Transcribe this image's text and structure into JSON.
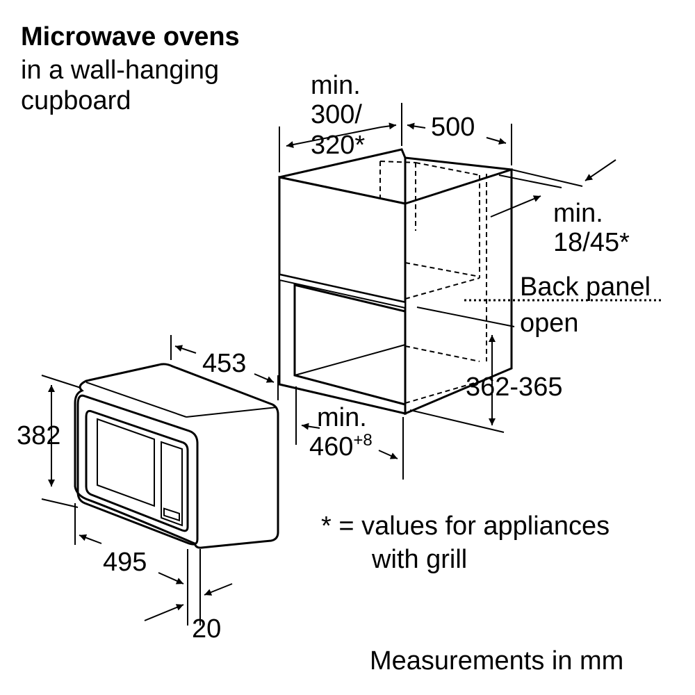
{
  "heading": {
    "title": "Microwave ovens",
    "subtitle_line1": "in a wall-hanging",
    "subtitle_line2": "cupboard"
  },
  "dimensions": {
    "cupboard_width_line1": "min.",
    "cupboard_width_line2": "300/",
    "cupboard_width_line3": "320*",
    "cupboard_depth": "500",
    "back_gap_line1": "min.",
    "back_gap_line2": "18/45*",
    "back_panel_line1": "Back panel",
    "back_panel_line2": "open",
    "niche_height": "362-365",
    "niche_width_line1": "min.",
    "niche_width_base": "460",
    "niche_width_tolerance": "+8",
    "oven_width": "453",
    "oven_height": "382",
    "oven_depth": "495",
    "front_overhang": "20"
  },
  "notes": {
    "grill_note_line1": "* = values for appliances",
    "grill_note_line2": "with grill",
    "units": "Measurements in mm"
  }
}
